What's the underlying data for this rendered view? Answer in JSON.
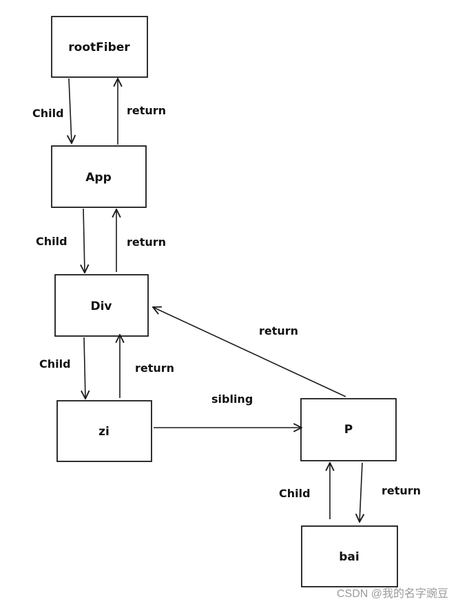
{
  "nodes": {
    "rootFiber": "rootFiber",
    "app": "App",
    "div": "Div",
    "zi": "zi",
    "p": "P",
    "bai": "bai"
  },
  "edges": {
    "root_app_child": "Child",
    "app_root_return": "return",
    "app_div_child": "Child",
    "div_app_return": "return",
    "div_zi_child": "Child",
    "zi_div_return": "return",
    "zi_p_sibling": "sibling",
    "p_div_return": "return",
    "p_bai_child": "Child",
    "bai_p_return": "return"
  },
  "watermark": "CSDN @我的名字豌豆"
}
